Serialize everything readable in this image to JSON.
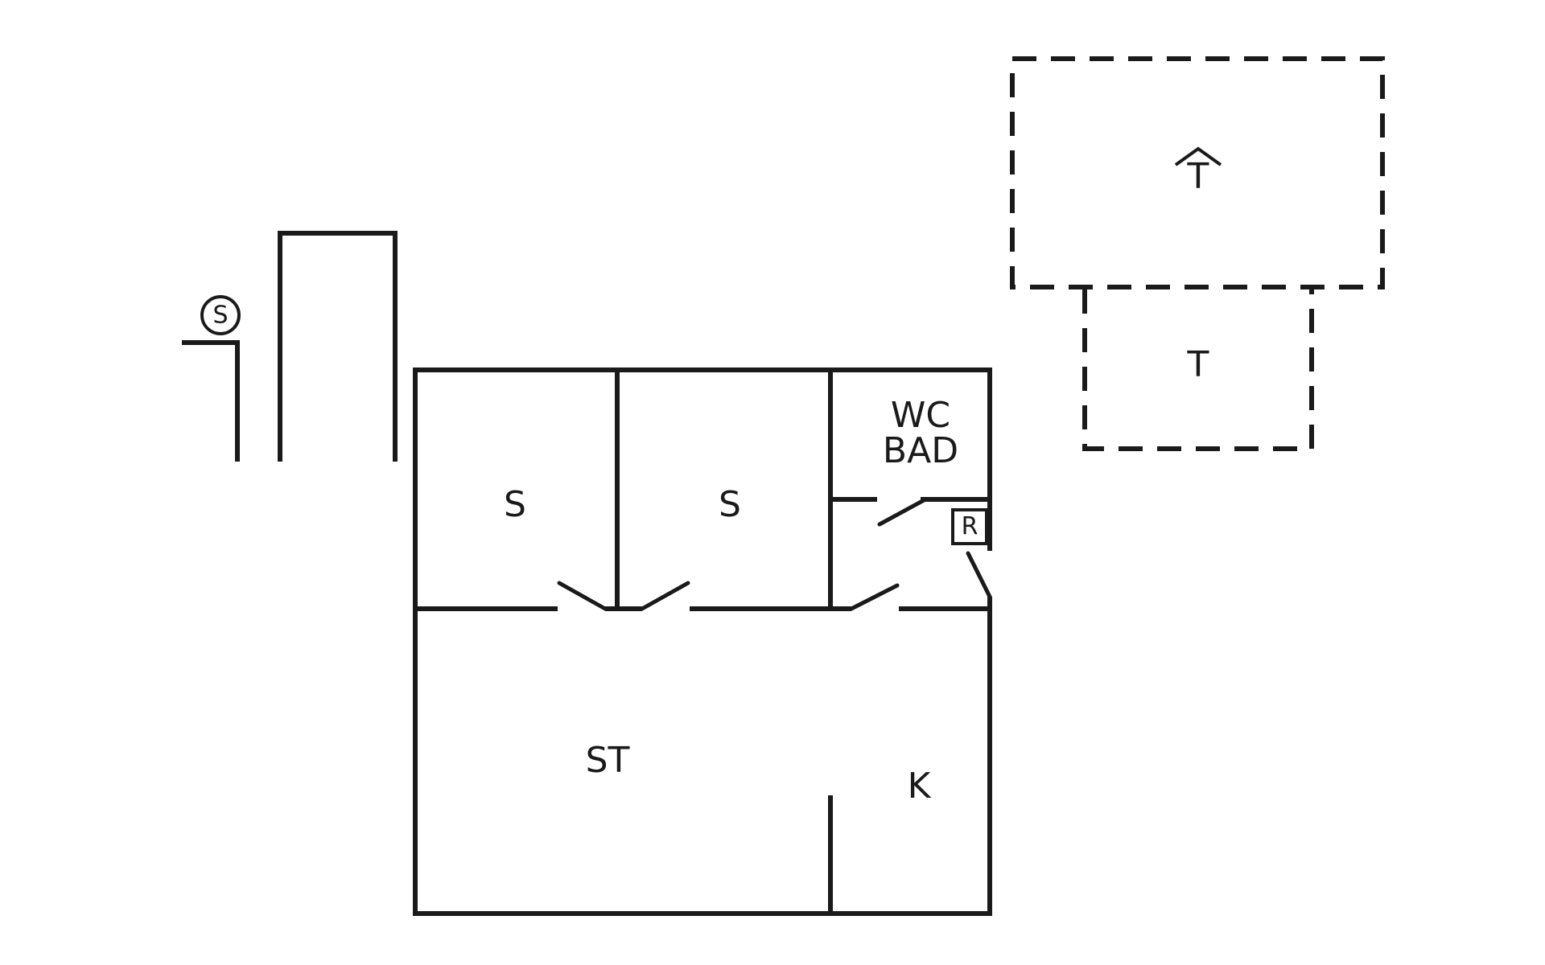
{
  "rooms": {
    "bedroom_1": "S",
    "bedroom_2": "S",
    "wc_bath_line1": "WC",
    "wc_bath_line2": "BAD",
    "living": "ST",
    "kitchen": "K"
  },
  "symbols": {
    "boiler": "R",
    "circle_marker": "S"
  },
  "outdoor": {
    "roofed_terrace": "T",
    "terrace": "T"
  }
}
